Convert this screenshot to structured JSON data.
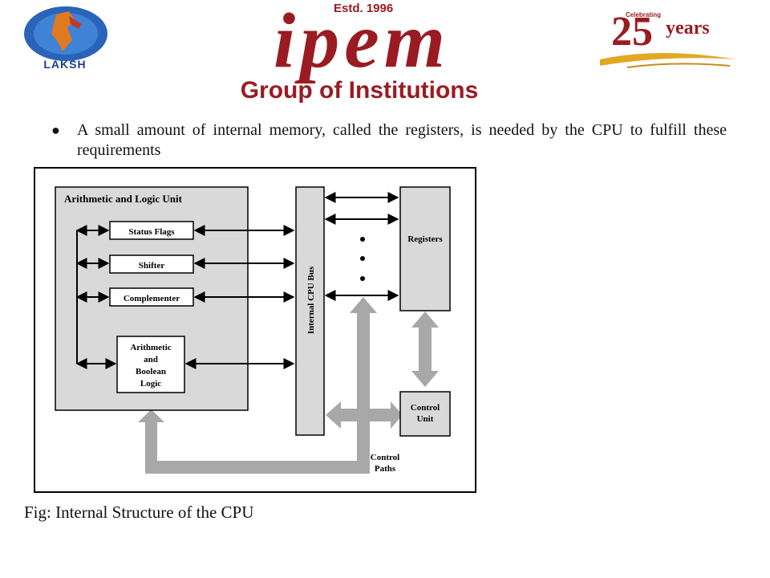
{
  "header": {
    "left_logo_text": "LAKSH",
    "estd": "Estd. 1996",
    "brand": "ipem",
    "group_name": "Group of Institutions",
    "anniv_celebrating": "Celebrating",
    "anniv_number": "25",
    "anniv_years": "years"
  },
  "bullet": {
    "text": "A small amount of internal memory, called the registers, is needed by the CPU to fulfill these requirements"
  },
  "diagram": {
    "alu_title": "Arithmetic and Logic Unit",
    "status_flags": "Status Flags",
    "shifter": "Shifter",
    "complementer": "Complementer",
    "arith_line1": "Arithmetic",
    "arith_line2": "and",
    "arith_line3": "Boolean",
    "arith_line4": "Logic",
    "bus_label": "Internal CPU Bus",
    "registers": "Registers",
    "control_unit_line1": "Control",
    "control_unit_line2": "Unit",
    "control_paths_line1": "Control",
    "control_paths_line2": "Paths"
  },
  "caption": "Fig: Internal Structure of the CPU",
  "colors": {
    "brand_red": "#9a1b22",
    "box_gray": "#d9d9d9",
    "arrow_gray": "#a8a8a8"
  }
}
